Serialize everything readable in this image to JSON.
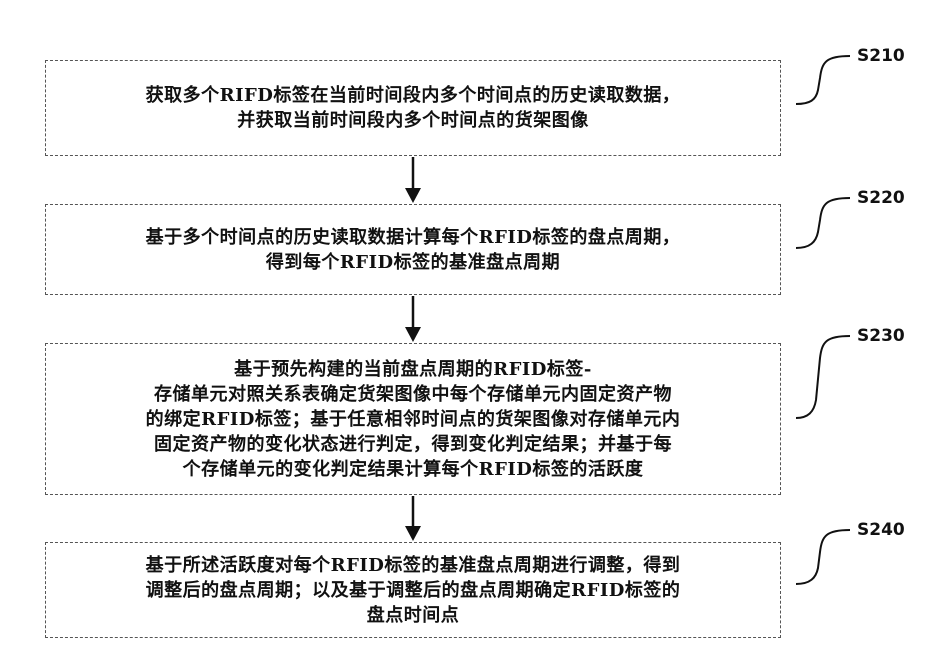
{
  "steps": [
    {
      "id": "S210",
      "text": "获取多个RIFD标签在当前时间段内多个时间点的历史读取数据，\n并获取当前时间段内多个时间点的货架图像"
    },
    {
      "id": "S220",
      "text": "基于多个时间点的历史读取数据计算每个RFID标签的盘点周期，\n得到每个RFID标签的基准盘点周期"
    },
    {
      "id": "S230",
      "text": "基于预先构建的当前盘点周期的RFID标签-\n存储单元对照关系表确定货架图像中每个存储单元内固定资产物\n的绑定RFID标签；基于任意相邻时间点的货架图像对存储单元内\n固定资产物的变化状态进行判定，得到变化判定结果；并基于每\n个存储单元的变化判定结果计算每个RFID标签的活跃度"
    },
    {
      "id": "S240",
      "text": "基于所述活跃度对每个RFID标签的基准盘点周期进行调整，得到\n调整后的盘点周期；以及基于调整后的盘点周期确定RFID标签的\n盘点时间点"
    }
  ]
}
